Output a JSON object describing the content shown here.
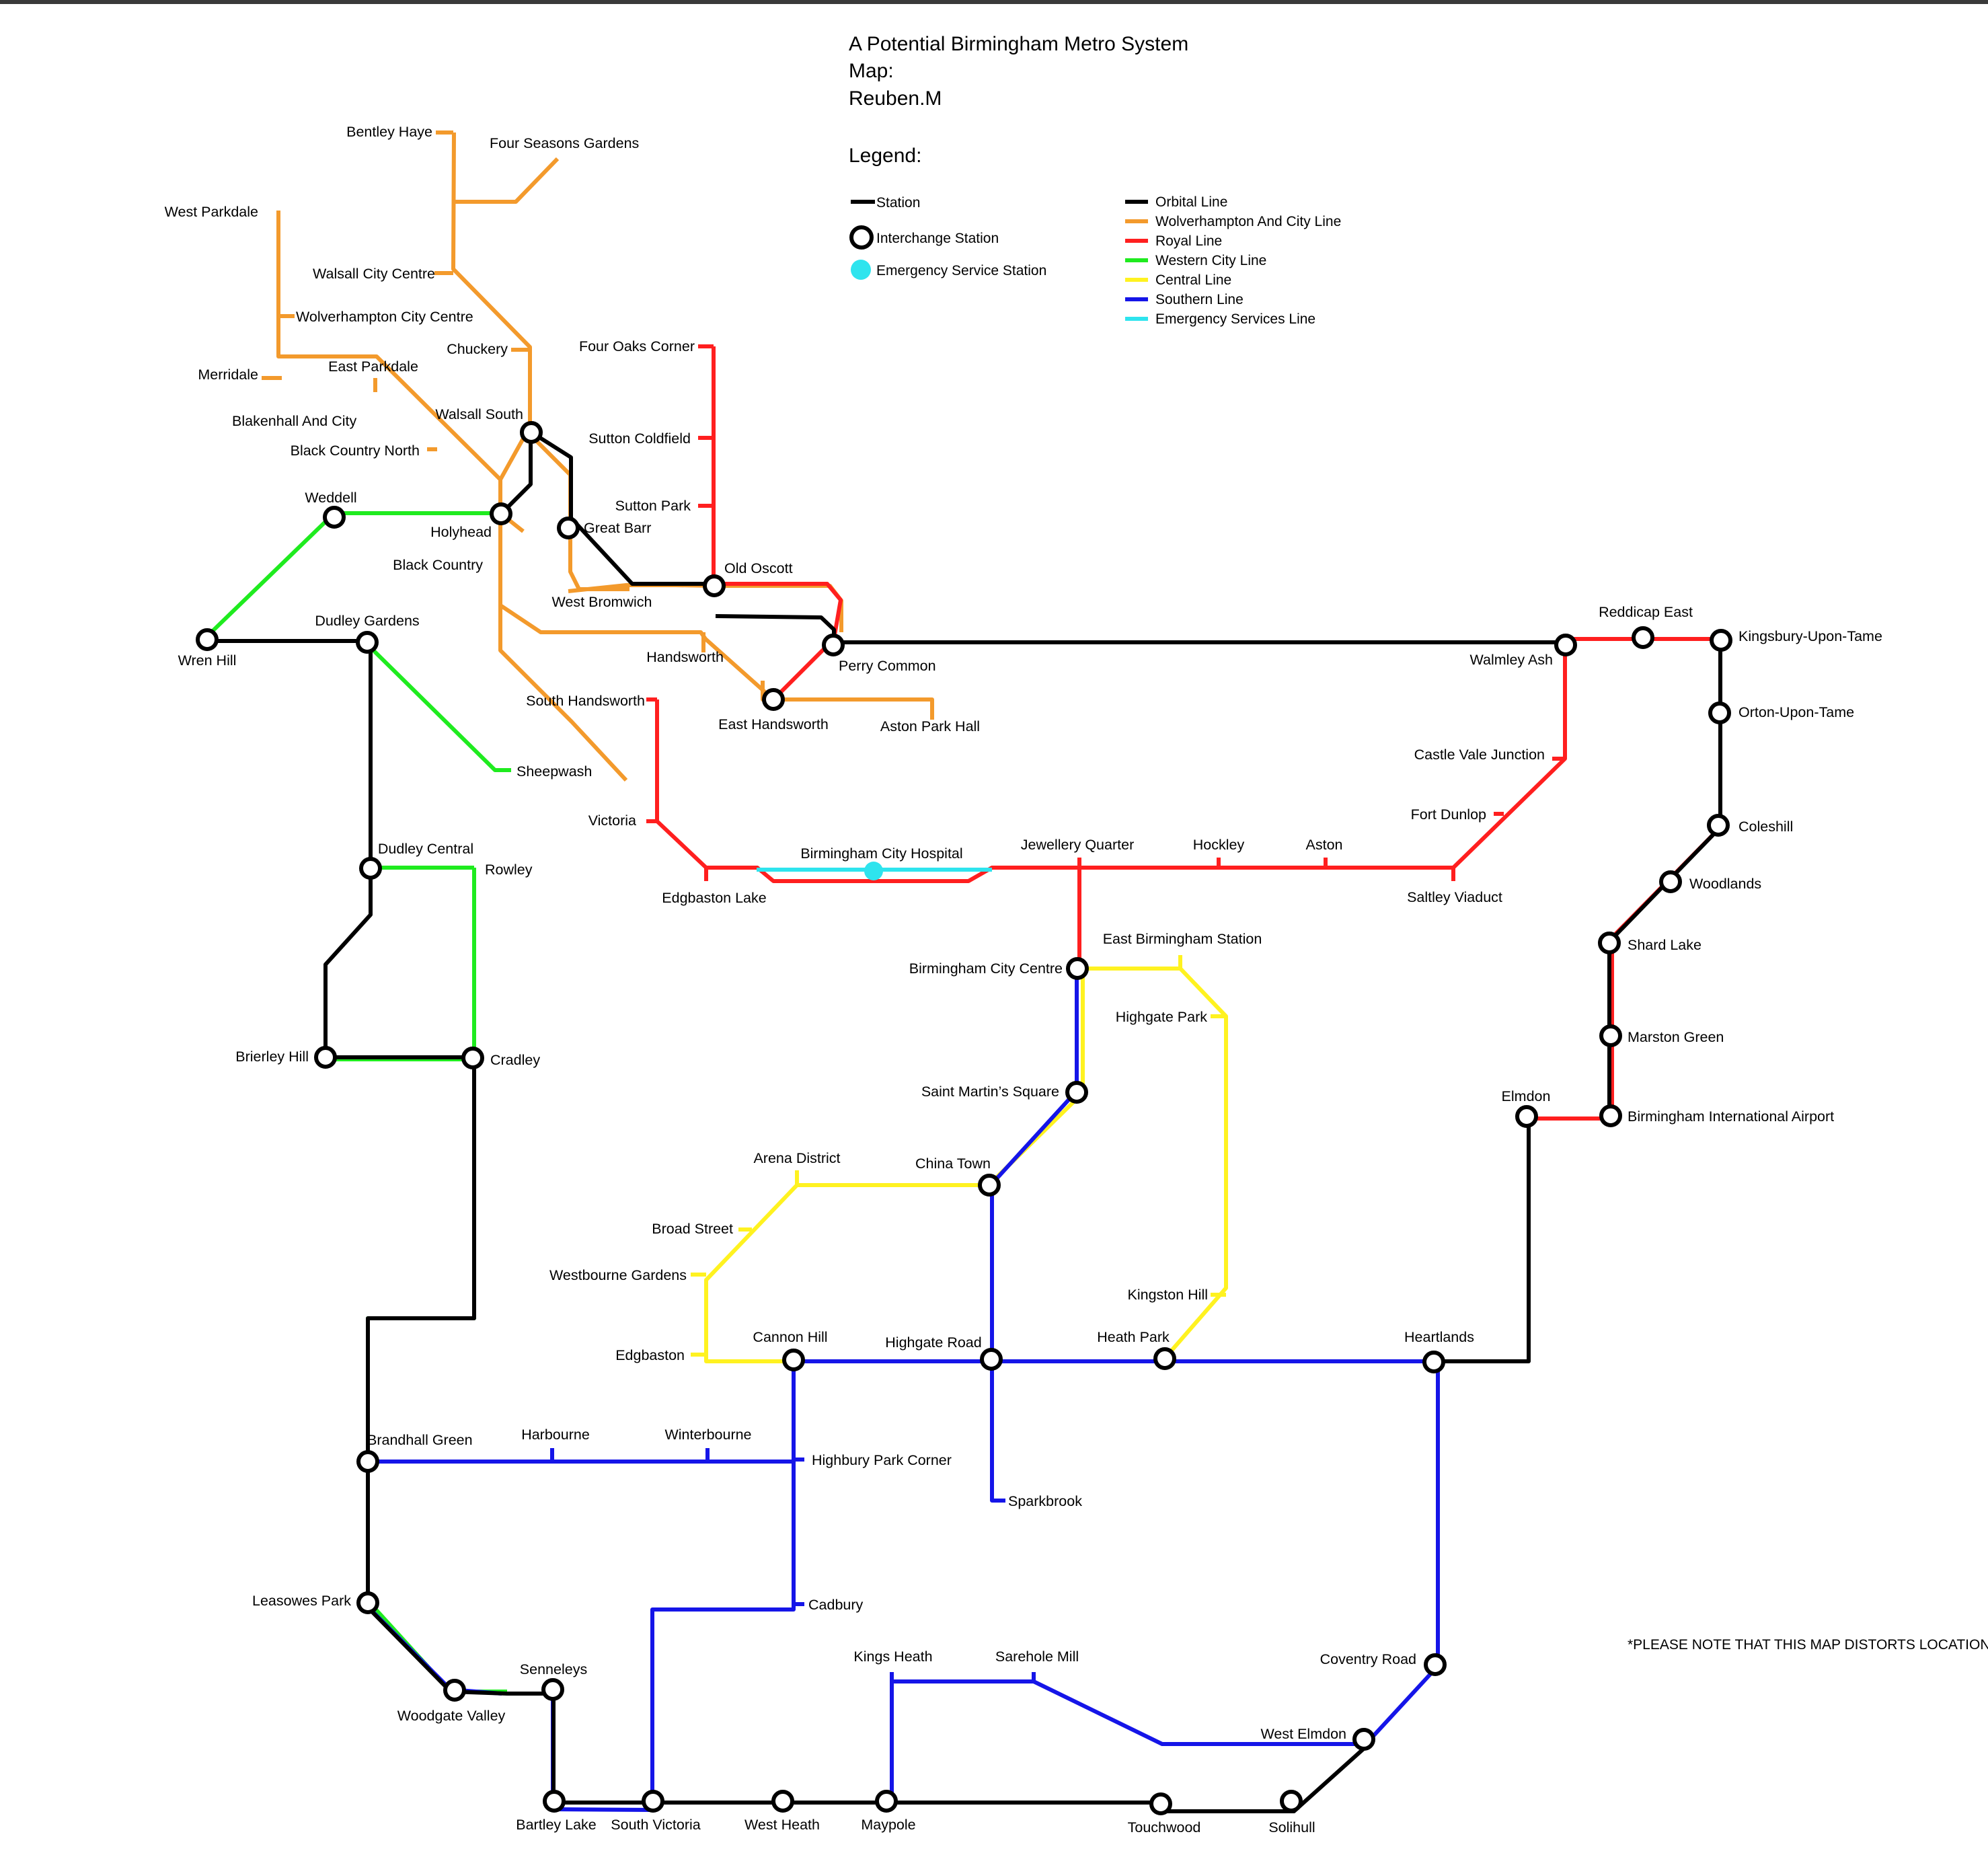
{
  "title": {
    "line1": "A Potential Birmingham Metro System",
    "line2": "Map:",
    "line3": "Reuben.M"
  },
  "legend": {
    "heading": "Legend:",
    "symbols": {
      "station": "Station",
      "interchange": "Interchange Station",
      "emergency": "Emergency Service Station"
    },
    "lines": [
      {
        "label": "Orbital Line",
        "color": "#000000"
      },
      {
        "label": "Wolverhampton And City Line",
        "color": "#F39A2C"
      },
      {
        "label": "Royal Line",
        "color": "#FF1F1F"
      },
      {
        "label": "Western City Line",
        "color": "#1FEB1F"
      },
      {
        "label": "Central Line",
        "color": "#FFF220"
      },
      {
        "label": "Southern Line",
        "color": "#1515E8"
      },
      {
        "label": "Emergency Services Line",
        "color": "#2EE4EE"
      }
    ]
  },
  "note": "*PLEASE NOTE THAT THIS MAP DISTORTS LOCATIONS",
  "stations": {
    "bentley_haye": "Bentley Haye",
    "four_seasons_gardens": "Four Seasons Gardens",
    "west_parkdale": "West Parkdale",
    "walsall_city_centre": "Walsall City Centre",
    "wolverhampton_city_centre": "Wolverhampton City Centre",
    "chuckery": "Chuckery",
    "merridale": "Merridale",
    "east_parkdale": "East Parkdale",
    "walsall_south": "Walsall South",
    "blakenhall_and_city": "Blakenhall And City",
    "black_country_north": "Black Country North",
    "four_oaks_corner": "Four Oaks Corner",
    "sutton_coldfield": "Sutton Coldfield",
    "sutton_park": "Sutton Park",
    "weddell": "Weddell",
    "holyhead": "Holyhead",
    "great_barr": "Great Barr",
    "black_country": "Black Country",
    "old_oscott": "Old Oscott",
    "west_bromwich": "West Bromwich",
    "dudley_gardens": "Dudley Gardens",
    "wren_hill": "Wren Hill",
    "handsworth": "Handsworth",
    "perry_common": "Perry Common",
    "south_handsworth": "South Handsworth",
    "east_handsworth": "East Handsworth",
    "aston_park_hall": "Aston Park Hall",
    "sheepwash": "Sheepwash",
    "victoria": "Victoria",
    "dudley_central": "Dudley Central",
    "rowley": "Rowley",
    "birmingham_city_hospital": "Birmingham City Hospital",
    "edgbaston_lake": "Edgbaston Lake",
    "jewellery_quarter": "Jewellery Quarter",
    "hockley": "Hockley",
    "aston": "Aston",
    "saltley_viaduct": "Saltley Viaduct",
    "reddicap_east": "Reddicap East",
    "walmley_ash": "Walmley Ash",
    "kingsbury_upon_tame": "Kingsbury-Upon-Tame",
    "orton_upon_tame": "Orton-Upon-Tame",
    "castle_vale_junction": "Castle Vale Junction",
    "fort_dunlop": "Fort Dunlop",
    "coleshill": "Coleshill",
    "woodlands": "Woodlands",
    "shard_lake": "Shard Lake",
    "east_birmingham_station": "East Birmingham Station",
    "birmingham_city_centre": "Birmingham City Centre",
    "highgate_park": "Highgate Park",
    "marston_green": "Marston Green",
    "brierley_hill": "Brierley Hill",
    "cradley": "Cradley",
    "saint_martins_square": "Saint Martin’s Square",
    "elmdon": "Elmdon",
    "birmingham_international_airport": "Birmingham International Airport",
    "arena_district": "Arena District",
    "china_town": "China Town",
    "broad_street": "Broad Street",
    "westbourne_gardens": "Westbourne Gardens",
    "kingston_hill": "Kingston Hill",
    "cannon_hill": "Cannon Hill",
    "highgate_road": "Highgate Road",
    "heath_park": "Heath Park",
    "heartlands": "Heartlands",
    "edgbaston": "Edgbaston",
    "brandhall_green": "Brandhall Green",
    "harbourne": "Harbourne",
    "winterbourne": "Winterbourne",
    "highbury_park_corner": "Highbury Park Corner",
    "sparkbrook": "Sparkbrook",
    "leasowes_park": "Leasowes Park",
    "cadbury": "Cadbury",
    "kings_heath": "Kings Heath",
    "sarehole_mill": "Sarehole Mill",
    "coventry_road": "Coventry Road",
    "senneleys": "Senneleys",
    "woodgate_valley": "Woodgate Valley",
    "west_elmdon": "West Elmdon",
    "bartley_lake": "Bartley Lake",
    "south_victoria": "South Victoria",
    "west_heath": "West Heath",
    "maypole": "Maypole",
    "touchwood": "Touchwood",
    "solihull": "Solihull"
  }
}
